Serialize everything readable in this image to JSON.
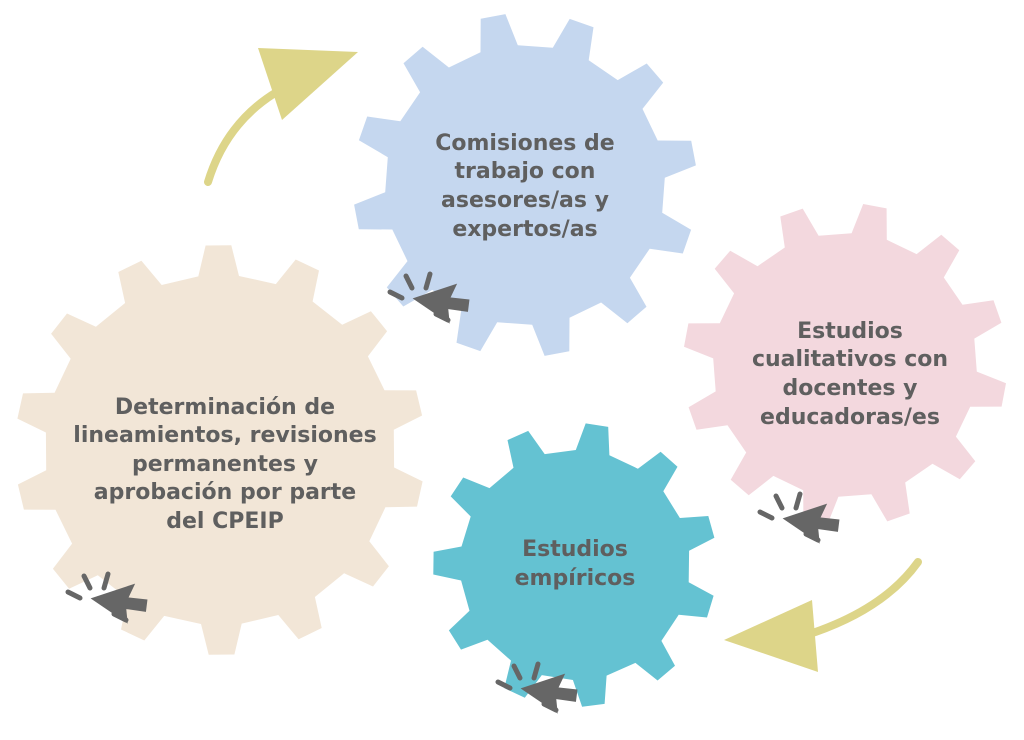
{
  "colors": {
    "gear_comisiones": "#c5d7ef",
    "gear_cualitativos": "#f3d8de",
    "gear_determinacion": "#f2e6d7",
    "gear_empiricos": "#64c2d2",
    "arrow": "#ddd589",
    "cursor": "#666666",
    "text": "#5f5f5f"
  },
  "gears": {
    "comisiones": {
      "label": "Comisiones de\ntrabajo con\nasesores/as y\nexpertos/as",
      "icon": "click-cursor-icon"
    },
    "cualitativos": {
      "label": "Estudios\ncualitativos con\ndocentes y\neducadoras/es",
      "icon": "click-cursor-icon"
    },
    "determinacion": {
      "label": "Determinación de\nlineamientos, revisiones\npermanentes y\naprobación por parte\ndel CPEIP",
      "icon": "click-cursor-icon"
    },
    "empiricos": {
      "label": "Estudios\nempíricos",
      "icon": "click-cursor-icon"
    }
  }
}
